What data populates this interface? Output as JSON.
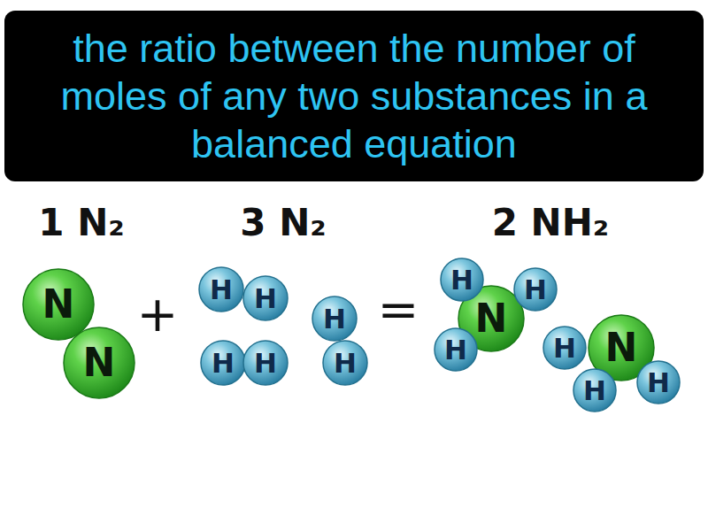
{
  "diagram": {
    "title": "the ratio between the number of moles of any two substances in a balanced equation",
    "nodes": [
      {
        "text": [
          "N"
        ]
      },
      {
        "text": [
          "N"
        ]
      },
      {
        "text": [
          "H"
        ]
      },
      {
        "text": [
          "H"
        ]
      },
      {
        "text": [
          "H"
        ]
      },
      {
        "text": [
          "H"
        ]
      },
      {
        "text": [
          "H"
        ]
      },
      {
        "text": [
          "H"
        ]
      },
      {
        "text": [
          "H"
        ]
      },
      {
        "text": [
          "N"
        ]
      },
      {
        "text": [
          "H"
        ]
      },
      {
        "text": [
          "H"
        ]
      },
      {
        "text": [
          "H"
        ]
      },
      {
        "text": [
          "N"
        ]
      },
      {
        "text": [
          "H"
        ]
      },
      {
        "text": [
          "H"
        ]
      }
    ],
    "labels": [
      "1 N₂",
      "3 N₂",
      "2 NH₂",
      "+",
      "="
    ]
  }
}
